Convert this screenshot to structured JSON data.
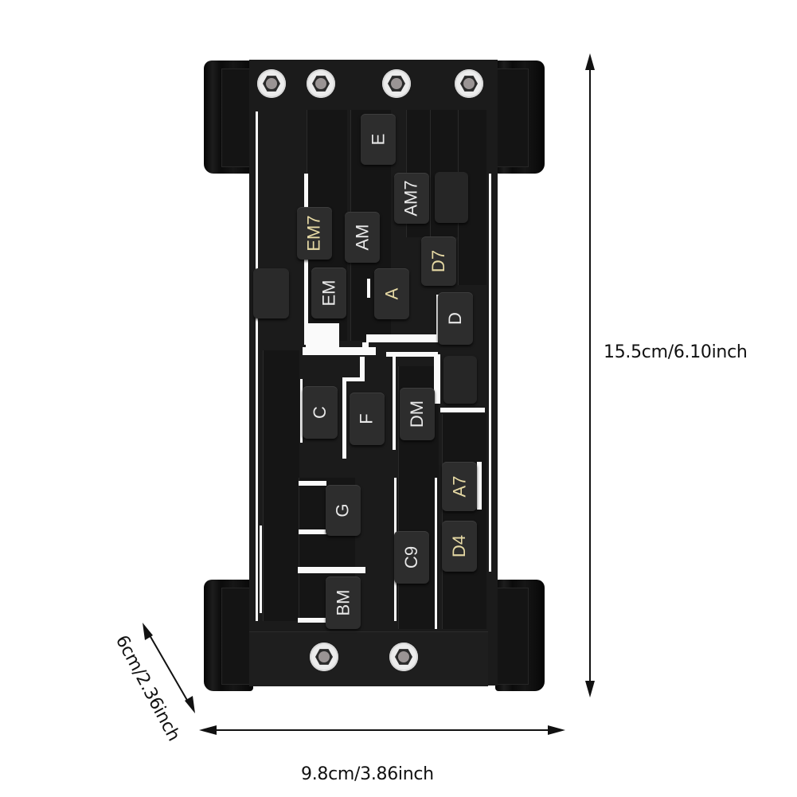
{
  "product": {
    "description": "Guitar chord trainer/helper device with slider chord keys",
    "color": "#1b1b1b"
  },
  "dimensions": {
    "height_label": "15.5cm/6.10inch",
    "width_label": "9.8cm/3.86inch",
    "depth_label": "6cm/2.36inch",
    "arrow_color": "#111111"
  },
  "chord_keys": [
    {
      "label": "E",
      "color": "#e8e8e8"
    },
    {
      "label": "AM7",
      "color": "#e8e8e8"
    },
    {
      "label": "EM7",
      "color": "#e6d9a4"
    },
    {
      "label": "AM",
      "color": "#e8e8e8"
    },
    {
      "label": "D7",
      "color": "#e6d9a4"
    },
    {
      "label": "EM",
      "color": "#e8e8e8"
    },
    {
      "label": "A",
      "color": "#e6d9a4"
    },
    {
      "label": "D",
      "color": "#e8e8e8"
    },
    {
      "label": "C",
      "color": "#e8e8e8"
    },
    {
      "label": "F",
      "color": "#e8e8e8"
    },
    {
      "label": "DM",
      "color": "#e8e8e8"
    },
    {
      "label": "A7",
      "color": "#e6d9a4"
    },
    {
      "label": "G",
      "color": "#e8e8e8"
    },
    {
      "label": "D4",
      "color": "#e6d9a4"
    },
    {
      "label": "C9",
      "color": "#e8e8e8"
    },
    {
      "label": "BM",
      "color": "#e8e8e8"
    }
  ],
  "screws": {
    "top_count": 4,
    "bottom_count": 2
  }
}
